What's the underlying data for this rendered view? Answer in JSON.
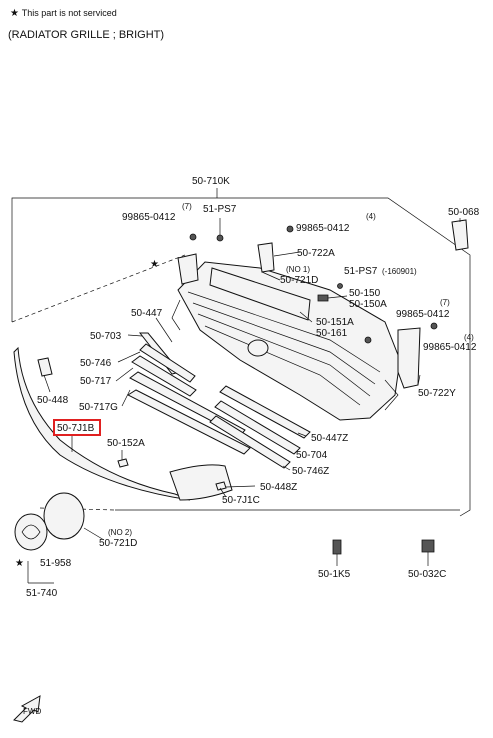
{
  "header": {
    "star_symbol": "★",
    "note": "This part is not serviced",
    "title": "(RADIATOR GRILLE ; BRIGHT)"
  },
  "labels": {
    "top_assembly": "50-710K",
    "bolt_qty_left": "(7)",
    "bolt_left": "99865-0412",
    "ps7_top": "51-PS7",
    "bolt_qty_right": "(4)",
    "bolt_right": "99865-0412",
    "p068": "50-068",
    "p722a": "50-722A",
    "no1": "(NO 1)",
    "p721d_top": "50-721D",
    "ps7_right": "51-PS7",
    "ps7_right_note": "(-160901)",
    "p150": "50-150",
    "p150a": "50-150A",
    "p151a": "50-151A",
    "p161": "50-161",
    "bolt_qty_right2": "(7)",
    "bolt_right2": "99865-0412",
    "bolt_qty_right3": "(4)",
    "bolt_right3": "99865-0412",
    "p722y": "50-722Y",
    "p447": "50-447",
    "p703": "50-703",
    "p746": "50-746",
    "p717": "50-717",
    "p717g": "50-717G",
    "p448": "50-448",
    "p7j1b": "50-7J1B",
    "p152a": "50-152A",
    "p447z": "50-447Z",
    "p704": "50-704",
    "p746z": "50-746Z",
    "p448z": "50-448Z",
    "p7j1c": "50-7J1C",
    "no2": "(NO 2)",
    "p721d_bot": "50-721D",
    "p958": "51-958",
    "p740": "51-740",
    "p1k5": "50-1K5",
    "p032c": "50-032C",
    "fwd": "FWD"
  },
  "highlight": {
    "part": "50-7J1B",
    "color": "#e02020"
  }
}
